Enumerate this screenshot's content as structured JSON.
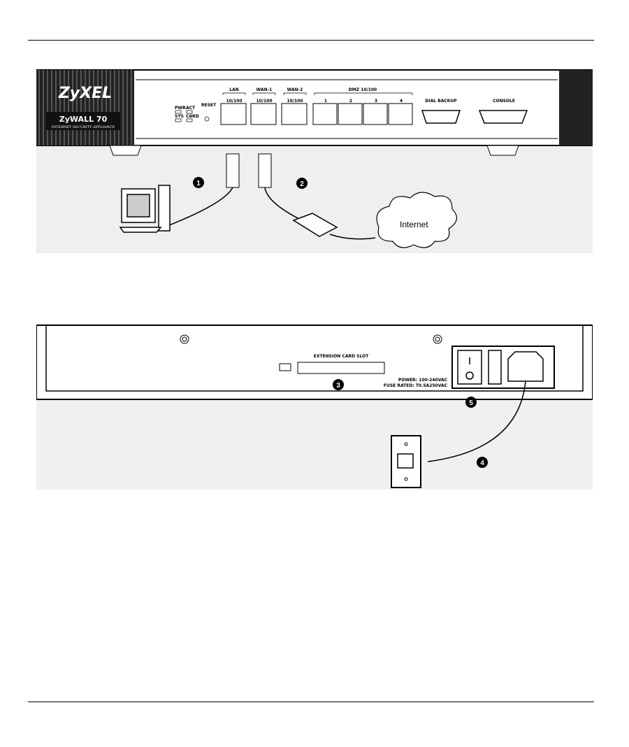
{
  "front_panel": {
    "brand": "ZyXEL",
    "model": "ZyWALL 70",
    "subtitle": "INTERNET SECURITY APPLIANCE",
    "leds": [
      "PWR",
      "ACT",
      "SYS",
      "CARD"
    ],
    "reset": "RESET",
    "port_groups": [
      {
        "name": "LAN",
        "ports": [
          "10/100"
        ]
      },
      {
        "name": "WAN-1",
        "ports": [
          "10/100"
        ]
      },
      {
        "name": "WAN-2",
        "ports": [
          "10/100"
        ]
      },
      {
        "name": "DMZ 10/100",
        "ports": [
          "1",
          "2",
          "3",
          "4"
        ]
      }
    ],
    "dial_backup": "DIAL BACKUP",
    "console": "CONSOLE",
    "internet": "Internet",
    "callouts": [
      "1",
      "2"
    ]
  },
  "rear_panel": {
    "slot_label": "EXTENSION CARD SLOT",
    "power": "POWER: 100-240VAC",
    "fuse": "FUSE RATED: T0.5A250VAC",
    "callouts": [
      "3",
      "4",
      "5"
    ]
  }
}
